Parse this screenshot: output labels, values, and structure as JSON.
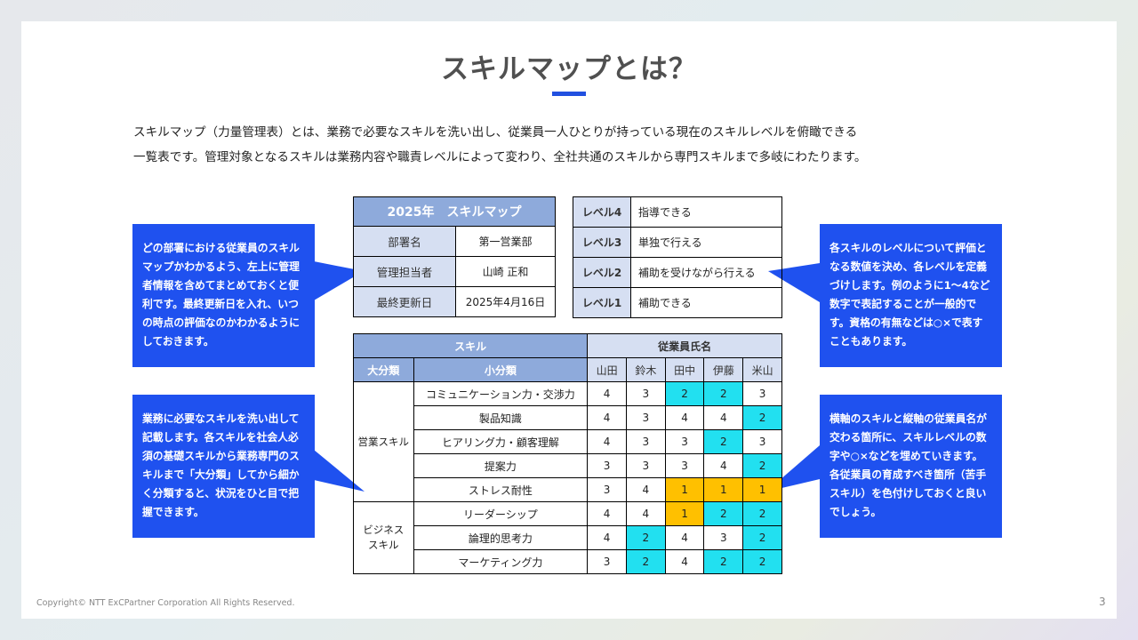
{
  "title": "スキルマップとは？",
  "intro": [
    "スキルマップ（力量管理表）とは、業務で必要なスキルを洗い出し、従業員一人ひとりが持っている現在のスキルレベルを俯瞰できる",
    "一覧表です。管理対象となるスキルは業務内容や職責レベルによって変わり、全社共通のスキルから専門スキルまで多岐にわたります。"
  ],
  "callouts": {
    "top_left": "どの部署における従業員のスキルマップかわかるよう、左上に管理者情報を含めてまとめておくと便利です。最終更新日を入れ、いつの時点の評価なのかわかるようにしておきます。",
    "bottom_left": "業務に必要なスキルを洗い出して記載します。各スキルを社会人必須の基礎スキルから業務専門のスキルまで「大分類」してから細かく分類すると、状況をひと目で把握できます。",
    "top_right": "各スキルのレベルについて評価となる数値を決め、各レベルを定義づけします。例のように1～4など数字で表記することが一般的です。資格の有無などは○×で表すこともあります。",
    "bottom_right": "横軸のスキルと縦軸の従業員名が交わる箇所に、スキルレベルの数字や○×などを埋めていきます。各従業員の育成すべき箇所（苦手スキル）を色付けしておくと良いでしょう。"
  },
  "header_table": {
    "title": "2025年　スキルマップ",
    "rows": [
      {
        "label": "部署名",
        "value": "第一営業部"
      },
      {
        "label": "管理担当者",
        "value": "山崎 正和"
      },
      {
        "label": "最終更新日",
        "value": "2025年4月16日"
      }
    ]
  },
  "levels": [
    {
      "level": "レベル4",
      "desc": "指導できる"
    },
    {
      "level": "レベル3",
      "desc": "単独で行える"
    },
    {
      "level": "レベル2",
      "desc": "補助を受けながら行える"
    },
    {
      "level": "レベル1",
      "desc": "補助できる"
    }
  ],
  "skill_table": {
    "skill_header": "スキル",
    "employee_header": "従業員氏名",
    "major_header": "大分類",
    "minor_header": "小分類",
    "employees": [
      "山田",
      "鈴木",
      "田中",
      "伊藤",
      "米山"
    ],
    "categories": [
      "営業スキル",
      "ビジネス\nスキル"
    ],
    "rows": [
      {
        "skill": "コミュニケーション力・交渉力",
        "scores": [
          "4",
          "3",
          "2",
          "2",
          "3"
        ]
      },
      {
        "skill": "製品知識",
        "scores": [
          "4",
          "3",
          "4",
          "4",
          "2"
        ]
      },
      {
        "skill": "ヒアリング力・顧客理解",
        "scores": [
          "4",
          "3",
          "3",
          "2",
          "3"
        ]
      },
      {
        "skill": "提案力",
        "scores": [
          "3",
          "3",
          "3",
          "4",
          "2"
        ]
      },
      {
        "skill": "ストレス耐性",
        "scores": [
          "3",
          "4",
          "1",
          "1",
          "1"
        ]
      },
      {
        "skill": "リーダーシップ",
        "scores": [
          "4",
          "4",
          "1",
          "2",
          "2"
        ]
      },
      {
        "skill": "論理的思考力",
        "scores": [
          "4",
          "2",
          "4",
          "3",
          "2"
        ]
      },
      {
        "skill": "マーケティング力",
        "scores": [
          "3",
          "2",
          "4",
          "2",
          "2"
        ]
      }
    ],
    "highlight_colors": {
      "2": "#22e0f0",
      "1": "#ffc000"
    }
  },
  "copyright": "Copyright© NTT ExCPartner Corporation All Rights Reserved.",
  "page_number": "3"
}
